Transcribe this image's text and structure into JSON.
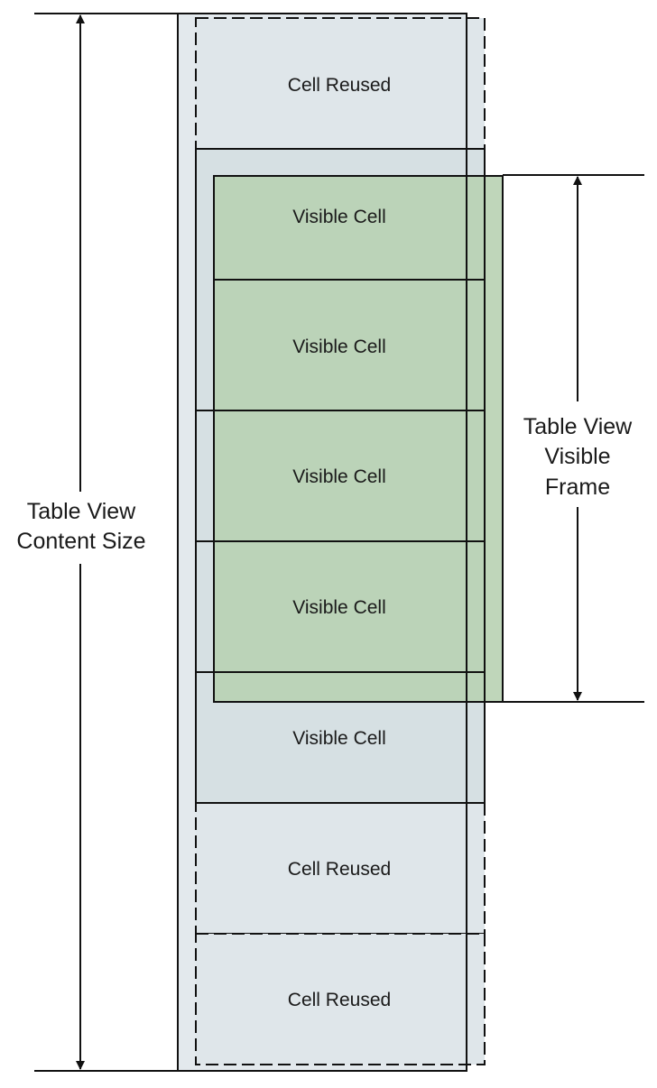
{
  "diagram": {
    "cells": [
      {
        "label": "Cell Reused",
        "state": "reused"
      },
      {
        "label": "Visible Cell",
        "state": "visible"
      },
      {
        "label": "Visible Cell",
        "state": "visible"
      },
      {
        "label": "Visible Cell",
        "state": "visible"
      },
      {
        "label": "Visible Cell",
        "state": "visible"
      },
      {
        "label": "Visible Cell",
        "state": "visible"
      },
      {
        "label": "Cell Reused",
        "state": "reused"
      },
      {
        "label": "Cell Reused",
        "state": "reused"
      }
    ],
    "content_size_label": {
      "line1": "Table View",
      "line2": "Content Size"
    },
    "visible_frame_label": {
      "line1": "Table View",
      "line2": "Visible",
      "line3": "Frame"
    },
    "colors": {
      "content_background": "#e3e9ed",
      "reused_cell_fill": "#dfe6ea",
      "visible_cell_fill": "#d6e0e3",
      "visible_frame_fill": "#b8d1b2",
      "stroke": "#111111"
    }
  }
}
